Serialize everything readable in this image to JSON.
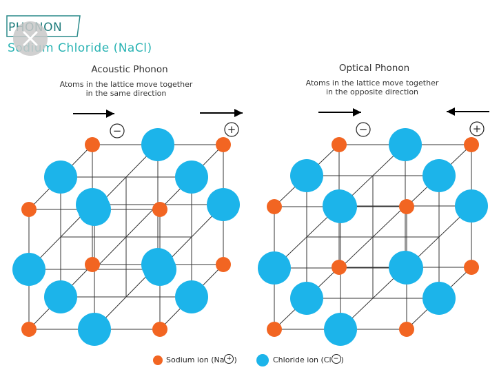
{
  "header": {
    "logo_text": "PHONON",
    "subtitle": "Sodium Chloride (NaCl)"
  },
  "panels": [
    {
      "title": "Acoustic Phonon",
      "desc_line1": "Atoms in the lattice move together",
      "desc_line2": "in the same direction",
      "arrows": [
        "right",
        "right"
      ],
      "charge_labels": [
        "−",
        "+"
      ]
    },
    {
      "title": "Optical Phonon",
      "desc_line1": "Atoms in the lattice move together",
      "desc_line2": "in the opposite direction",
      "arrows": [
        "right",
        "left"
      ],
      "charge_labels": [
        "−",
        "+"
      ]
    }
  ],
  "legend": {
    "sodium_label": "Sodium ion (Na",
    "sodium_charge": "+",
    "chloride_label": "Chloride ion (Cl",
    "chloride_charge": "−",
    "close_paren": ")"
  },
  "colors": {
    "sodium": "#f26522",
    "chloride": "#1cb4ea",
    "line": "#333333",
    "logo": "#1f7c7c",
    "subtitle": "#29b3b3"
  },
  "icons": {
    "close": "close-icon"
  }
}
